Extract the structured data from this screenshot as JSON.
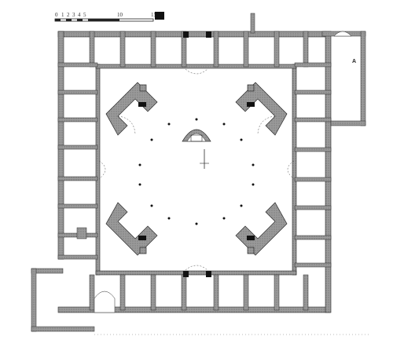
{
  "scale_bar": {
    "tick_labels": [
      "0",
      "1",
      "2",
      "3",
      "4",
      "5",
      "10",
      "15"
    ]
  },
  "north_marker": "A",
  "colors": {
    "wall": "#8a8a8a",
    "wall_edge": "#2b2b2b",
    "paper": "#ffffff",
    "ink": "#1a1a1a"
  }
}
